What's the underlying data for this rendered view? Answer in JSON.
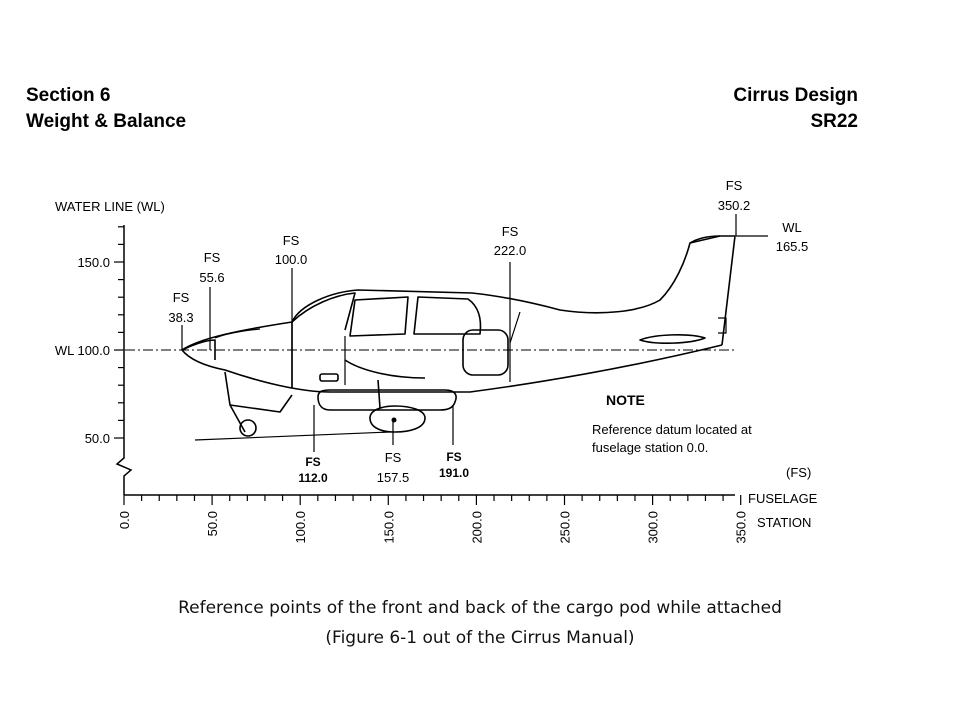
{
  "header": {
    "section": "Section 6",
    "subtitle": "Weight & Balance",
    "manufacturer": "Cirrus Design",
    "model": "SR22"
  },
  "y_axis": {
    "title": "WATER LINE (WL)",
    "ticks": [
      {
        "value": 150,
        "label": "150.0"
      },
      {
        "value": 100,
        "label": "WL 100.0"
      },
      {
        "value": 50,
        "label": "50.0"
      }
    ]
  },
  "x_axis": {
    "title_line1": "FUSELAGE",
    "title_line2": "STATION",
    "unit": "(FS)",
    "ticks": [
      {
        "value": 0,
        "label": "0.0"
      },
      {
        "value": 50,
        "label": "50.0"
      },
      {
        "value": 100,
        "label": "100.0"
      },
      {
        "value": 150,
        "label": "150.0"
      },
      {
        "value": 200,
        "label": "200.0"
      },
      {
        "value": 250,
        "label": "250.0"
      },
      {
        "value": 300,
        "label": "300.0"
      },
      {
        "value": 350,
        "label": "350.0"
      }
    ]
  },
  "stations_above": [
    {
      "prefix": "FS",
      "value": "38.3"
    },
    {
      "prefix": "FS",
      "value": "55.6"
    },
    {
      "prefix": "FS",
      "value": "100.0"
    },
    {
      "prefix": "FS",
      "value": "222.0"
    },
    {
      "prefix": "FS",
      "value": "350.2"
    }
  ],
  "waterline_callout": {
    "prefix": "WL",
    "value": "165.5"
  },
  "stations_below": [
    {
      "prefix": "FS",
      "value": "112.0"
    },
    {
      "prefix": "FS",
      "value": "157.5"
    },
    {
      "prefix": "FS",
      "value": "191.0"
    }
  ],
  "note": {
    "heading": "NOTE",
    "line1": "Reference datum located at",
    "line2": "fuselage station 0.0."
  },
  "caption": {
    "line1": "Reference points of the front and back of the cargo pod while attached",
    "line2": "(Figure 6-1 out of the Cirrus Manual)"
  }
}
